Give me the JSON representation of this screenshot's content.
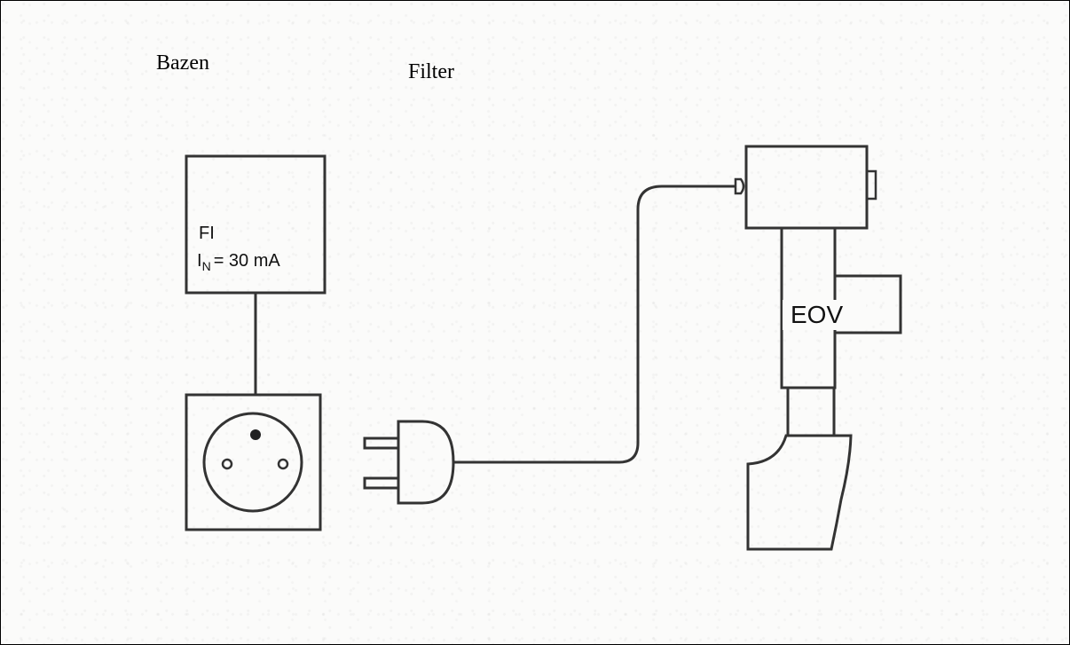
{
  "labels": {
    "bazen": "Bazen",
    "filter": "Filter"
  },
  "breaker": {
    "line1": "FI",
    "line2_symbol": "I",
    "line2_subscript": "N",
    "line2_value": "= 30 mA"
  },
  "pump": {
    "label": "EOV"
  },
  "colors": {
    "ink": "#333333",
    "background": "#fbfbfa",
    "frame": "#000000"
  }
}
